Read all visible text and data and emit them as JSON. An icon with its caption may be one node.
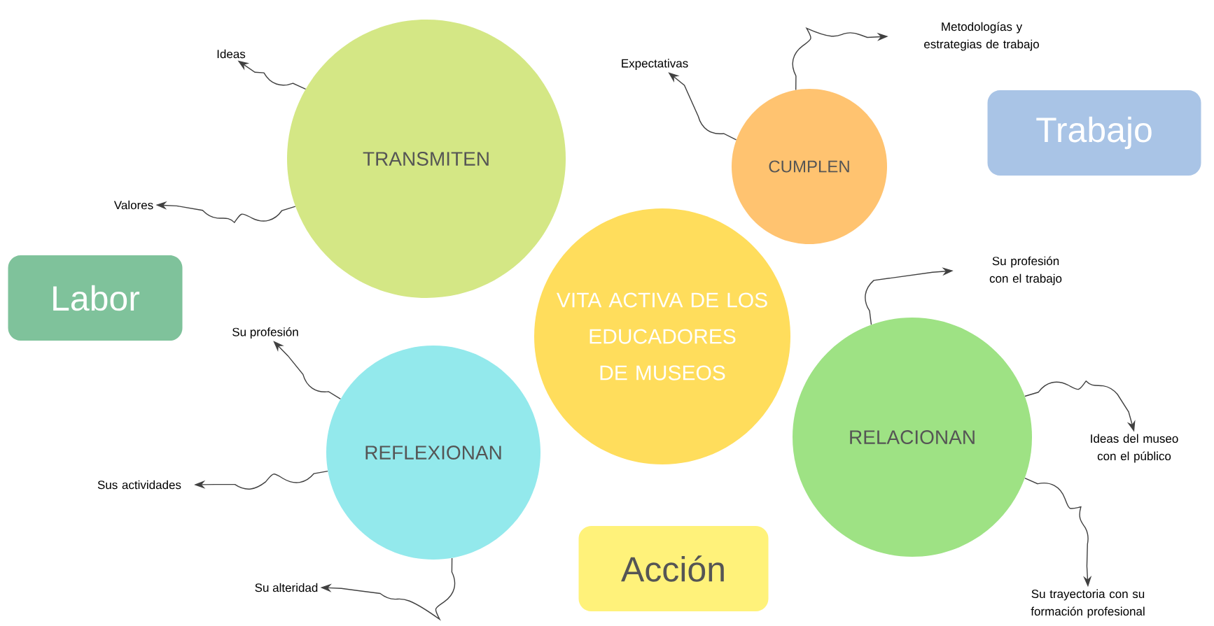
{
  "diagram": {
    "nodes": [
      {
        "text": [
          "TRANSMITEN"
        ]
      },
      {
        "text": [
          "CUMPLEN"
        ]
      },
      {
        "text": [
          "VITA ACTIVA DE LOS EDUCADORES DE MUSEOS"
        ]
      },
      {
        "text": [
          "REFLEXIONAN"
        ]
      },
      {
        "text": [
          "RELACIONAN"
        ]
      },
      {
        "text": [
          "Ideas"
        ]
      },
      {
        "text": [
          "Valores"
        ]
      },
      {
        "text": [
          "Expectativas"
        ]
      },
      {
        "text": [
          "Metodologías y estrategias de trabajo"
        ]
      },
      {
        "text": [
          "Su profesión"
        ]
      },
      {
        "text": [
          "Sus actividades"
        ]
      },
      {
        "text": [
          "Su alteridad"
        ]
      },
      {
        "text": [
          "Su profesión con el trabajo"
        ]
      },
      {
        "text": [
          "Ideas del museo con el público"
        ]
      },
      {
        "text": [
          "Su trayectoria con su formación profesional"
        ]
      },
      {
        "text": [
          "Trabajo"
        ]
      },
      {
        "text": [
          "Labor"
        ]
      },
      {
        "text": [
          "Acción"
        ]
      }
    ],
    "edges": [
      {
        "from": 0,
        "to": 5,
        "arrow": "to"
      },
      {
        "from": 0,
        "to": 6,
        "arrow": "to"
      },
      {
        "from": 1,
        "to": 7,
        "arrow": "to"
      },
      {
        "from": 1,
        "to": 8,
        "arrow": "to"
      },
      {
        "from": 3,
        "to": 9,
        "arrow": "to"
      },
      {
        "from": 3,
        "to": 10,
        "arrow": "to"
      },
      {
        "from": 3,
        "to": 11,
        "arrow": "to"
      },
      {
        "from": 4,
        "to": 12,
        "arrow": "to"
      },
      {
        "from": 4,
        "to": 13,
        "arrow": "to"
      },
      {
        "from": 4,
        "to": 14,
        "arrow": "to"
      }
    ]
  }
}
